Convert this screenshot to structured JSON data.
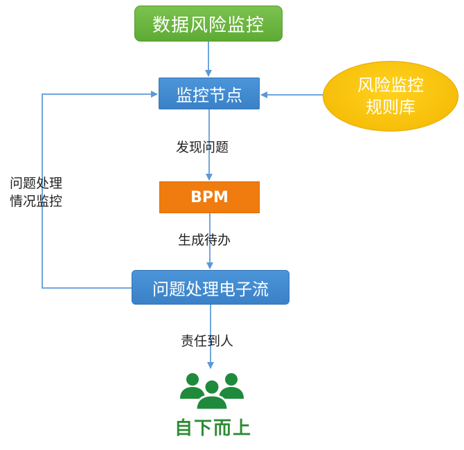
{
  "nodes": {
    "data_risk_monitoring": "数据风险监控",
    "monitoring_node": "监控节点",
    "risk_rules_line1": "风险监控",
    "risk_rules_line2": "规则库",
    "bpm": "BPM",
    "problem_flow": "问题处理电子流",
    "bottom_title": "自下而上"
  },
  "edge_labels": {
    "found_problem": "发现问题",
    "generate_todo": "生成待办",
    "responsibility": "责任到人",
    "feedback_line1": "问题处理",
    "feedback_line2": "情况监控"
  },
  "icons": {
    "people": "people-group-icon"
  },
  "colors": {
    "green_box": "#5eaa35",
    "blue_box": "#3a81c8",
    "orange_box": "#f07c0f",
    "yellow_ellipse": "#f3b600",
    "connector": "#6fa6dc",
    "people_icon": "#1f8a3b",
    "bottom_title": "#2e8b34"
  }
}
